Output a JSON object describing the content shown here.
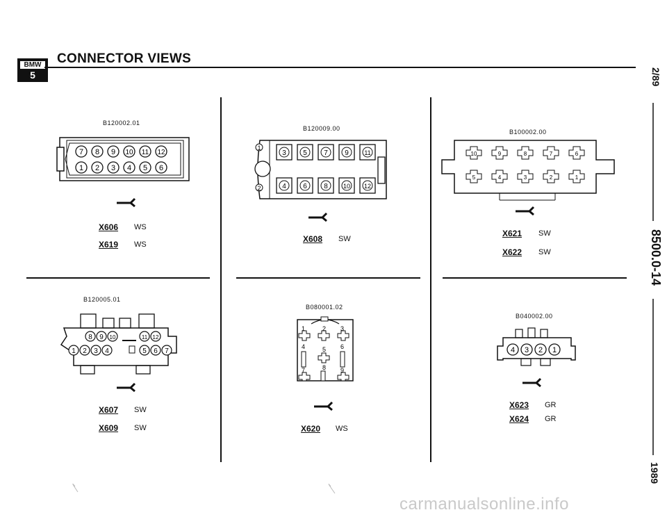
{
  "header": {
    "logo_text": "BMW",
    "logo_series": "5",
    "title": "CONNECTOR VIEWS"
  },
  "side": {
    "date": "2/89",
    "page": "8500.0-14",
    "year": "1989"
  },
  "connectors": [
    {
      "ref": "B120002.01",
      "rows": [
        [
          "7",
          "8",
          "9",
          "10",
          "11",
          "12"
        ],
        [
          "1",
          "2",
          "3",
          "4",
          "5",
          "6"
        ]
      ],
      "items": [
        {
          "id": "X606",
          "color": "WS"
        },
        {
          "id": "X619",
          "color": "WS"
        }
      ]
    },
    {
      "ref": "B120009.00",
      "rows": [
        [
          "3",
          "5",
          "7",
          "9",
          "11"
        ],
        [
          "4",
          "6",
          "8",
          "10",
          "12"
        ]
      ],
      "side_pins": [
        "1",
        "2"
      ],
      "items": [
        {
          "id": "X608",
          "color": "SW"
        }
      ]
    },
    {
      "ref": "B100002.00",
      "rows": [
        [
          "10",
          "9",
          "8",
          "7",
          "6"
        ],
        [
          "5",
          "4",
          "3",
          "2",
          "1"
        ]
      ],
      "items": [
        {
          "id": "X621",
          "color": "SW"
        },
        {
          "id": "X622",
          "color": "SW"
        }
      ]
    },
    {
      "ref": "B120005.01",
      "rows": [
        [
          "8",
          "9",
          "10",
          "11",
          "12"
        ],
        [
          "1",
          "2",
          "3",
          "4",
          "5",
          "6",
          "7"
        ]
      ],
      "items": [
        {
          "id": "X607",
          "color": "SW"
        },
        {
          "id": "X609",
          "color": "SW"
        }
      ]
    },
    {
      "ref": "B080001.02",
      "rows": [
        [
          "1",
          "2",
          "3"
        ],
        [
          "4",
          "5",
          "6"
        ],
        [
          "7",
          "8",
          "9"
        ]
      ],
      "items": [
        {
          "id": "X620",
          "color": "WS"
        }
      ]
    },
    {
      "ref": "B040002.00",
      "rows": [
        [
          "4",
          "3",
          "2",
          "1"
        ]
      ],
      "items": [
        {
          "id": "X623",
          "color": "GR"
        },
        {
          "id": "X624",
          "color": "GR"
        }
      ]
    }
  ],
  "footer": {
    "watermark": "carmanualsonline.info"
  }
}
